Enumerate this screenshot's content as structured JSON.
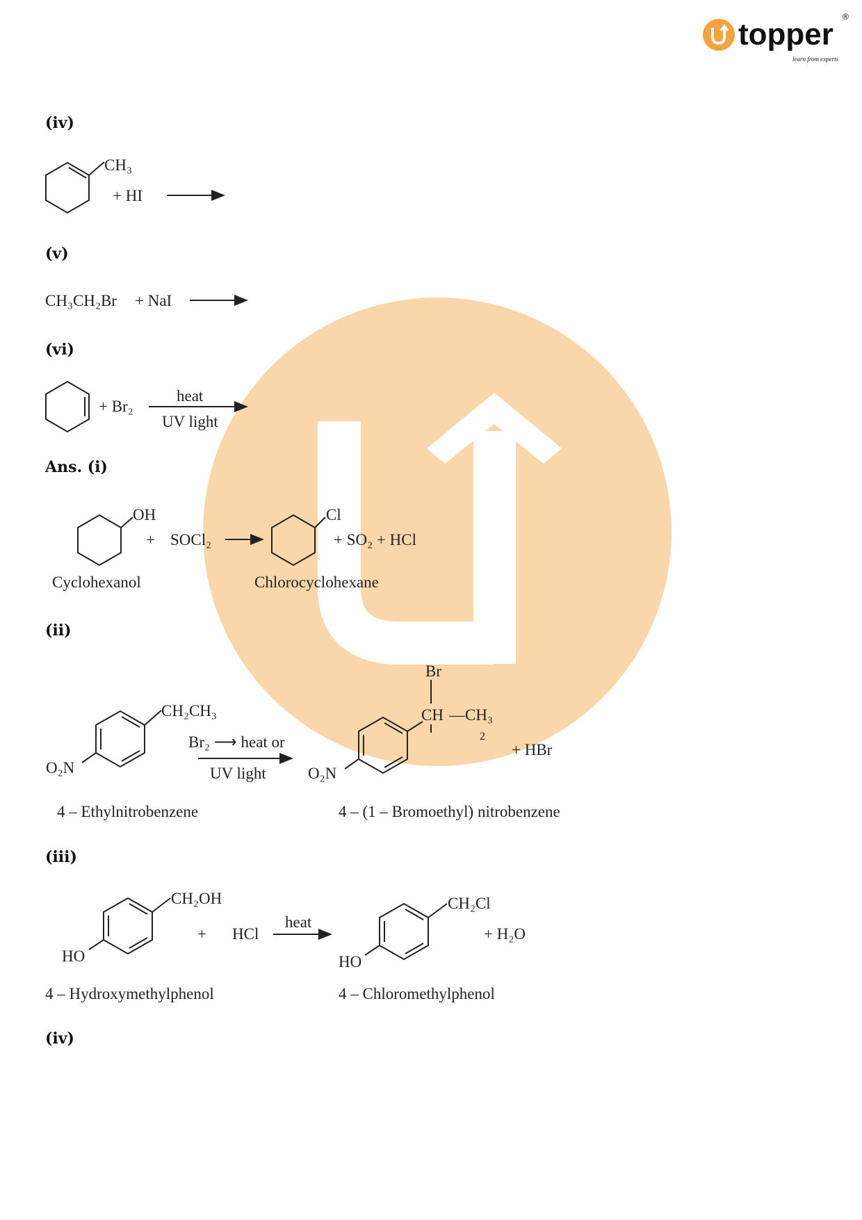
{
  "logo": {
    "brand": "topper",
    "registered": "®",
    "tagline": "learn from experts",
    "accent": "#f4a340"
  },
  "questions": {
    "iv": {
      "label": "(iv)",
      "substituent": "CH₃",
      "reagent": "+ HI"
    },
    "v": {
      "label": "(v)",
      "reactants": "CH₃CH₂Br",
      "reagent": "+ NaI"
    },
    "vi": {
      "label": "(vi)",
      "reagent": "+ Br₂",
      "condition_top": "heat",
      "condition_bottom": "UV light"
    }
  },
  "answers": {
    "i": {
      "label": "Ans. (i)",
      "oh": "OH",
      "plus": "+",
      "reagent": "SOCl₂",
      "cl": "Cl",
      "products": "+ SO₂ + HCl",
      "reactant_name": "Cyclohexanol",
      "product_name": "Chlorocyclohexane"
    },
    "ii": {
      "label": "(ii)",
      "substituent": "CH₂CH₃",
      "nitro": "O₂N",
      "condition_top": "Br₂ ⟶ heat or",
      "condition_bottom": "UV light",
      "br": "Br",
      "ch": "CH",
      "ch3": "—CH₃",
      "sub2": "2",
      "byproduct": "+ HBr",
      "reactant_name": "4 – Ethylnitrobenzene",
      "product_name": "4 – (1 – Bromoethyl) nitrobenzene"
    },
    "iii": {
      "label": "(iii)",
      "substituent": "CH₂OH",
      "ho": "HO",
      "plus": "+",
      "reagent": "HCl",
      "condition": "heat",
      "product_sub": "CH₂Cl",
      "byproduct": "+ H₂O",
      "reactant_name": "4 – Hydroxymethylphenol",
      "product_name": "4 – Chloromethylphenol"
    },
    "iv": {
      "label": "(iv)"
    }
  },
  "watermark": {
    "color": "#f6b765"
  }
}
